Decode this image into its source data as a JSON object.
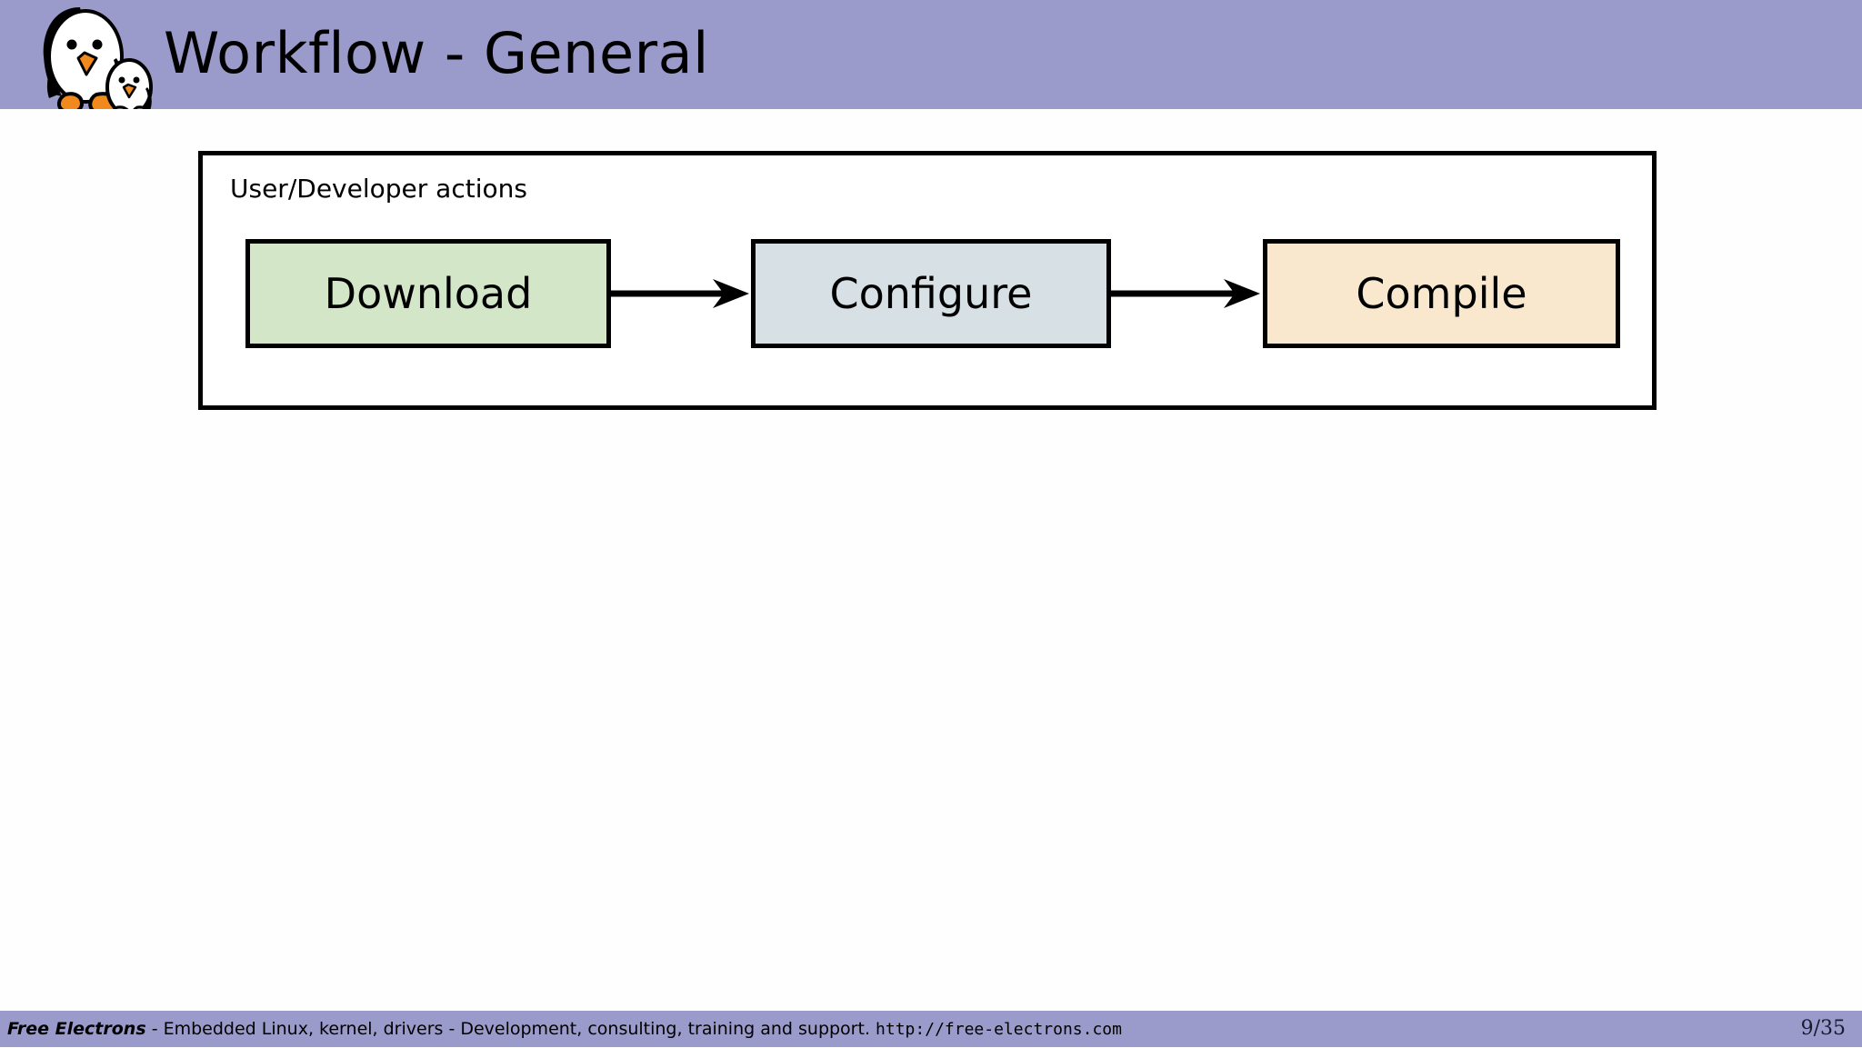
{
  "slide": {
    "title": "Workflow - General",
    "logo_icon": "tux-penguins-icon",
    "header_color": "#9a9acb",
    "background_color": "#fdfdfd"
  },
  "diagram": {
    "type": "flowchart",
    "group": {
      "label": "User/Developer actions",
      "border_color": "#000000"
    },
    "nodes": [
      {
        "label": "Download",
        "fill": "#d4e6c8",
        "border": "#000000"
      },
      {
        "label": "Configure",
        "fill": "#d6e0e5",
        "border": "#000000"
      },
      {
        "label": "Compile",
        "fill": "#fae8ce",
        "border": "#000000"
      }
    ],
    "edges": [
      {
        "from": "Download",
        "to": "Configure",
        "arrow": "right-arrow-icon"
      },
      {
        "from": "Configure",
        "to": "Compile",
        "arrow": "right-arrow-icon"
      }
    ]
  },
  "footer": {
    "brand": "Free Electrons",
    "tagline": "- Embedded Linux, kernel, drivers - Development, consulting, training and support.",
    "url": "http://free-electrons.com",
    "page": "9/35",
    "bar_color": "#9a9acb"
  }
}
